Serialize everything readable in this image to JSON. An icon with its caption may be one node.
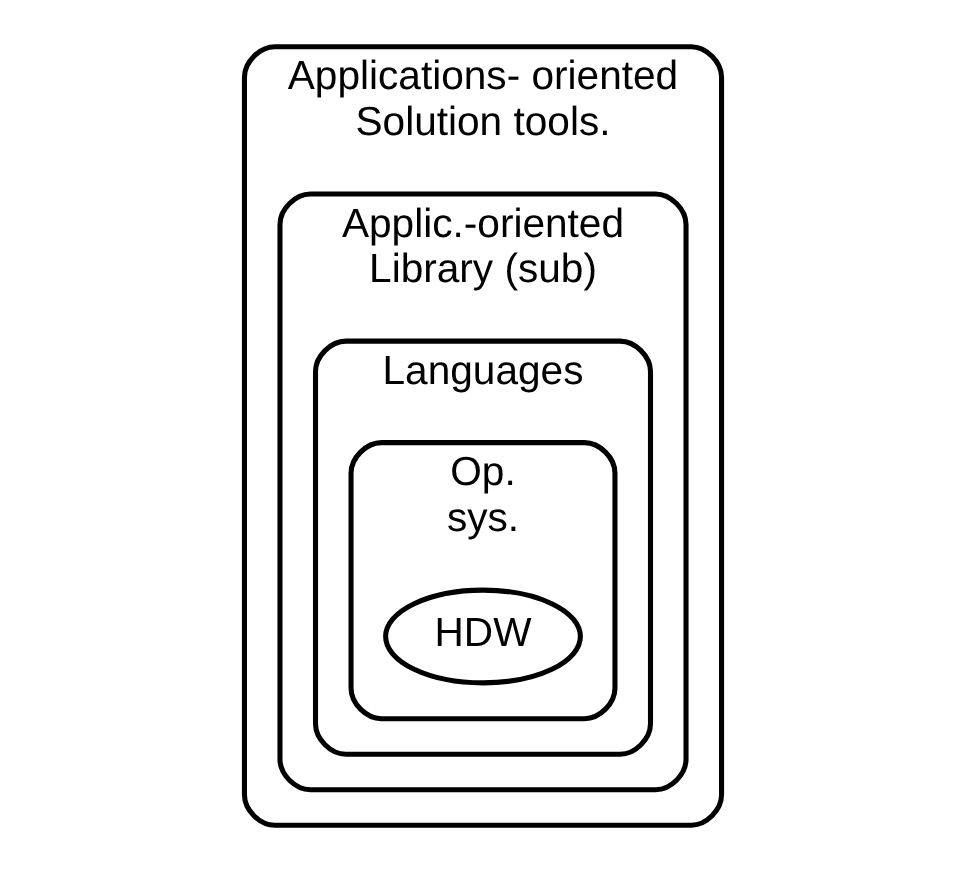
{
  "diagram": {
    "nodes": [
      {
        "text": [
          "Applications- oriented",
          "Solution tools."
        ]
      },
      {
        "text": [
          "Applic.-oriented",
          "Library (sub)"
        ],
        "in": 0
      },
      {
        "text": [
          "Languages"
        ],
        "in": 1
      },
      {
        "text": [
          "Op.",
          "sys."
        ],
        "in": 2
      },
      {
        "text": [
          "HDW"
        ],
        "in": 3
      }
    ]
  }
}
